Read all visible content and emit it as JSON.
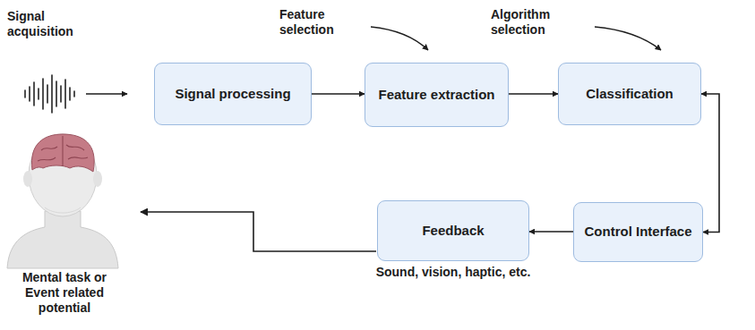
{
  "diagram": {
    "nodes": [
      {
        "text": [
          "Signal processing"
        ]
      },
      {
        "text": [
          "Feature extraction"
        ]
      },
      {
        "text": [
          "Classification"
        ]
      },
      {
        "text": [
          "Feedback"
        ]
      },
      {
        "text": [
          "Control Interface"
        ]
      }
    ],
    "edges": [
      {
        "from": 0,
        "to": 1,
        "arrow": "to"
      },
      {
        "from": 1,
        "to": 2,
        "arrow": "to"
      },
      {
        "from": 2,
        "to": 4,
        "arrow": "both"
      },
      {
        "from": 4,
        "to": 3,
        "arrow": "to"
      }
    ],
    "labels": [
      "Signal acquisition",
      "Feature selection",
      "Algorithm selection",
      "Sound, vision, haptic, etc.",
      "Mental task or Event related potential"
    ]
  }
}
